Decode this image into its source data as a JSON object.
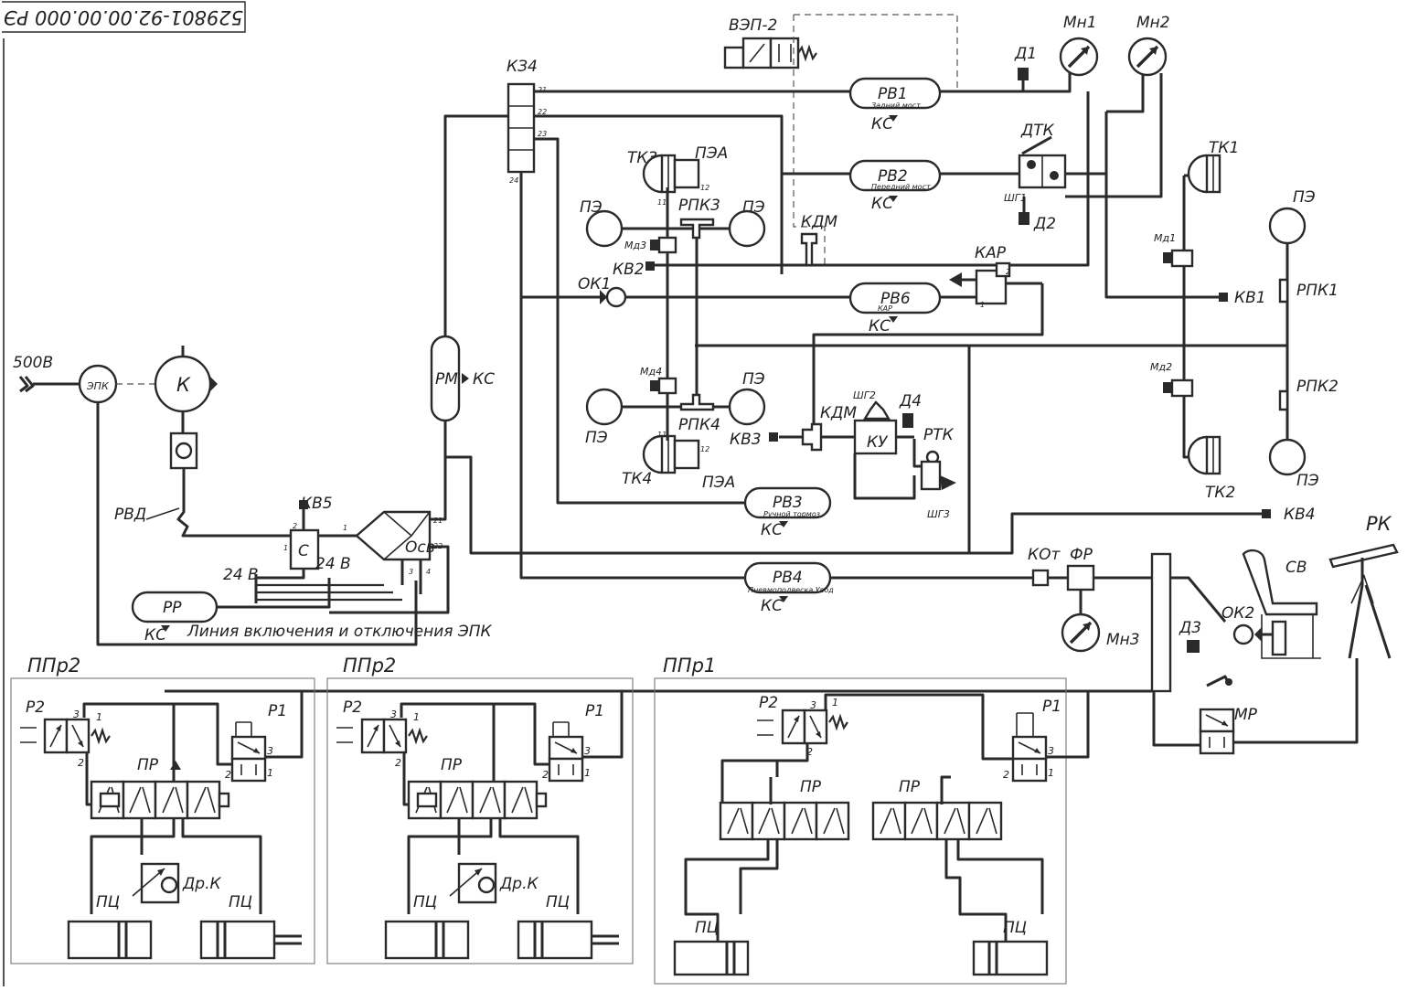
{
  "labels": {
    "doc_code": "529801-92.00.00.000 РЭ",
    "vep2": "ВЭП-2",
    "kz4": "КЗ4",
    "pv1": "РВ1",
    "pv1_sub": "Задний мост",
    "pv2": "РВ2",
    "pv2_sub": "Передний мост",
    "pv6": "РВ6",
    "pv6_sub": "КАР",
    "pv3": "РВ3",
    "pv3_sub": "Ручной тормоз",
    "pv4": "РВ4",
    "pv4_sub": "Пневмоподвеска Увод",
    "ks": "КС",
    "mn1": "Mн1",
    "mn2": "Mн2",
    "mn3": "Mн3",
    "d1": "Д1",
    "d2": "Д2",
    "d3": "Д3",
    "d4": "Д4",
    "dtk": "ДТК",
    "shg1": "ШГ1",
    "shg2": "ШГ2",
    "shg3": "ШГ3",
    "tk1": "ТК1",
    "tk2": "ТК2",
    "tk3": "ТК3",
    "tk4": "ТК4",
    "pza": "ПЭА",
    "pz": "ПЭ",
    "rpk1": "РПК1",
    "rpk2": "РПК2",
    "rpk3": "РПК3",
    "rpk4": "РПК4",
    "md1": "Mд1",
    "md2": "Mд2",
    "md3": "Mд3",
    "md4": "Mд4",
    "kdm": "КДМ",
    "kar": "КАР",
    "kv1": "КВ1",
    "kv2": "КВ2",
    "kv3": "КВ3",
    "kv4": "КВ4",
    "kv5": "КВ5",
    "ok1": "ОК1",
    "ok2": "ОК2",
    "ky": "КУ",
    "rtk": "РТК",
    "v500": "500В",
    "epk": "ЭПК",
    "k": "К",
    "rvd": "РВД",
    "rm": "РМ",
    "c": "С",
    "v24": "24 В",
    "v24b": "24 В",
    "osv": "Осв",
    "pp": "РР",
    "line_epk": "Линия включения и отключения ЭПК",
    "kot": "КОт",
    "fr": "ФР",
    "sv": "СВ",
    "rk": "РК",
    "mr": "МР",
    "ppr2a": "ППр2",
    "ppr2b": "ППр2",
    "ppr1": "ППр1",
    "p1": "Р1",
    "p2": "Р2",
    "pr": "ПР",
    "pc": "ПЦ",
    "drk": "Др.К"
  },
  "ports": {
    "n1": "1",
    "n2": "2",
    "n3": "3",
    "n4": "4",
    "n11": "11",
    "n12": "12",
    "n21": "21",
    "n22": "22",
    "n23": "23",
    "n24": "24"
  },
  "colors": {
    "line": "#2a2a2a",
    "paper": "#ffffff",
    "frame": "#777777"
  },
  "icons": {
    "gauge": "gauge-icon",
    "check_valve": "check-valve-icon",
    "spring": "spring-icon"
  }
}
